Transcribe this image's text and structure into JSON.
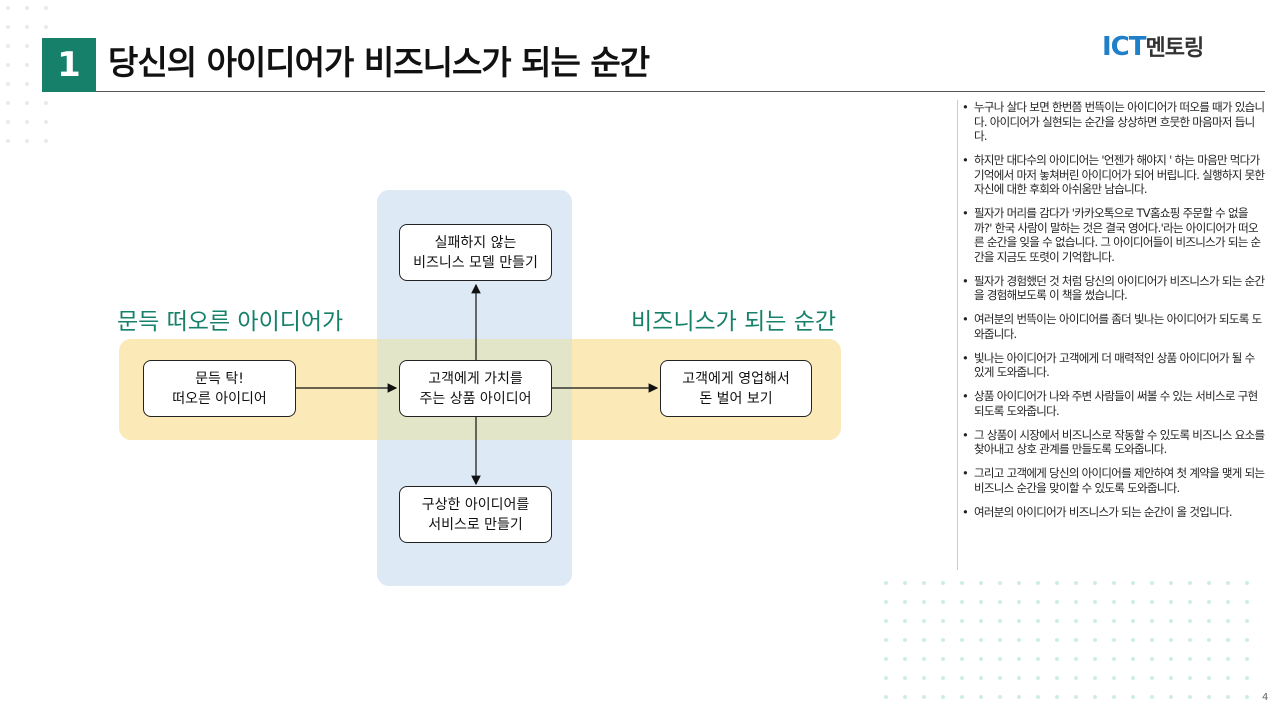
{
  "slide": {
    "number": "1",
    "title": "당신의 아이디어가 비즈니스가 되는 순간",
    "page_number": "4",
    "accent_color": "#16806b"
  },
  "logo": {
    "ict": "ICT",
    "mentoring": "멘토링",
    "color": "#1f7fc8"
  },
  "diagram": {
    "left_label": "문득 떠오른 아이디어가",
    "right_label": "비즈니스가 되는 순간",
    "nodes": {
      "top": [
        "실패하지 않는",
        "비즈니스 모델 만들기"
      ],
      "left": [
        "문득 탁!",
        "떠오른 아이디어"
      ],
      "center": [
        "고객에게 가치를",
        "주는 상품 아이디어"
      ],
      "right": [
        "고객에게 영업해서",
        "돈 벌어 보기"
      ],
      "bottom": [
        "구상한 아이디어를",
        "서비스로 만들기"
      ]
    },
    "band_colors": {
      "vertical": "#dde9f5",
      "horizontal": "#fbe9b7"
    }
  },
  "bullets": [
    "누구나 살다 보면 한번쯤 번뜩이는 아이디어가 떠오를 때가 있습니다. 아이디어가 실현되는 순간을 상상하면 흐뭇한 마음마저 듭니다.",
    "하지만 대다수의 아이디어는 '언젠가 해야지 ' 하는 마음만 먹다가 기억에서 마저 놓쳐버린 아이디어가 되어 버립니다. 실행하지 못한 자신에 대한 후회와 아쉬움만 남습니다.",
    "필자가 머리를 감다가 '카카오톡으로 TV홈쇼핑 주문할 수 없을까?' 한국 사람이 말하는 것은 결국 영어다.'라는 아이디어가 떠오른 순간을 잊을 수 없습니다. 그 아이디어들이 비즈니스가 되는 순간을 지금도 또렷이 기억합니다.",
    "필자가 경험했던 것 처럼 당신의 아이디어가 비즈니스가 되는 순간을 경험해보도록 이 책을 썼습니다.",
    "여러분의 번뜩이는 아이디어를 좀더 빛나는 아이디어가 되도록 도와줍니다.",
    "빛나는 아이디어가 고객에게 더 매력적인 상품 아이디어가 될 수 있게 도와줍니다.",
    "상품 아이디어가 나와 주변 사람들이 써볼 수 있는 서비스로 구현되도록 도와줍니다.",
    "그 상품이 시장에서 비즈니스로 작동할 수 있도록 비즈니스 요소를 찾아내고 상호 관계를 만들도록 도와줍니다.",
    "그리고 고객에게 당신의 아이디어를 제안하여 첫 계약을 맺게 되는 비즈니스 순간을 맞이할 수 있도록 도와줍니다.",
    "여러분의 아이디어가 비즈니스가 되는 순간이 올 것입니다."
  ]
}
